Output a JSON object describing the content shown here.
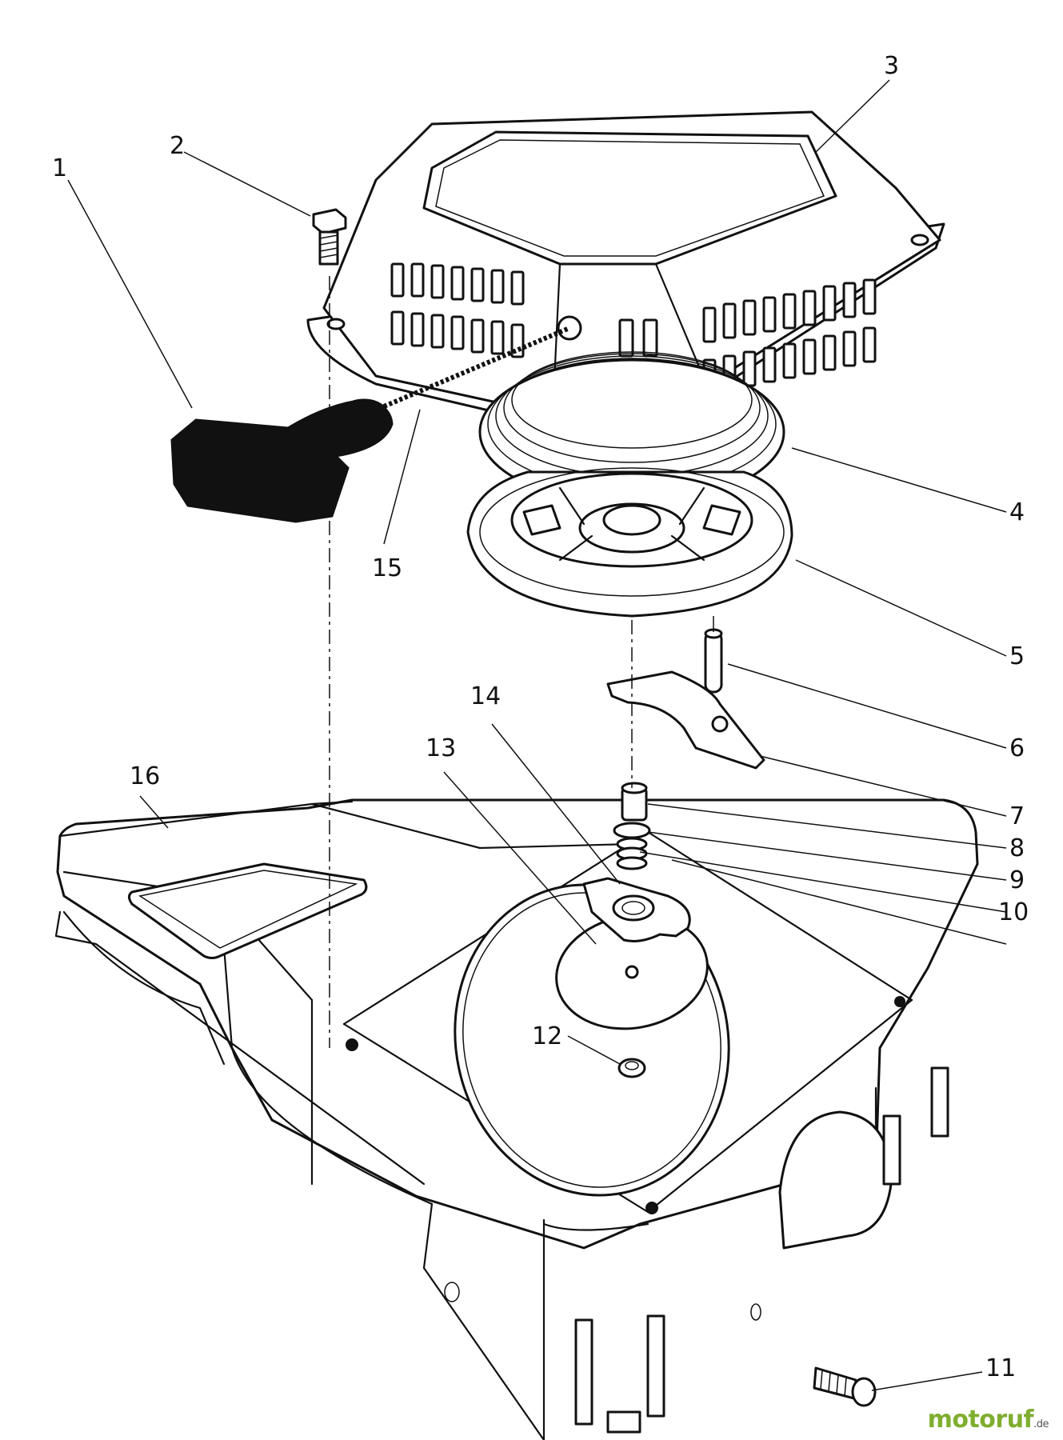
{
  "figure": {
    "callouts": [
      "1",
      "2",
      "3",
      "4",
      "5",
      "6",
      "7",
      "8",
      "9",
      "10",
      "11",
      "12",
      "13",
      "14",
      "15",
      "16"
    ]
  },
  "watermark": {
    "main": "motoruf",
    "tld": ".de"
  },
  "colors": {
    "ink": "#111111",
    "watermark_green": "#7fae2f",
    "background": "#ffffff"
  }
}
